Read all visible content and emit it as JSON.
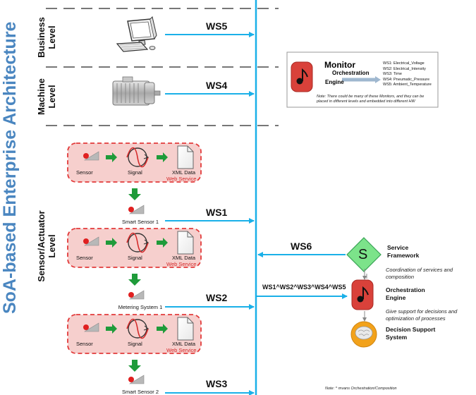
{
  "title": "SoA-based Enterprise Architecture",
  "levels": {
    "business": "Business\nLevel",
    "machine": "Machine\nLevel",
    "sensor_actuator": "Sensor/Actuator\nLevel"
  },
  "ws_labels": {
    "ws5": "WS5",
    "ws4": "WS4",
    "ws1": "WS1",
    "ws2": "WS2",
    "ws3": "WS3",
    "ws6": "WS6",
    "composed": "WS1^WS2^WS3^WS4^WS5"
  },
  "sensor_block": {
    "sensor": "Sensor",
    "signal": "Signal",
    "xml_data": "XML Data",
    "web_service": "Web Service"
  },
  "devices": {
    "device1": "Smart Sensor 1",
    "device2": "Metering System 1",
    "device3": "Smart Sensor 2"
  },
  "monitor_box": {
    "monitor": "Monitor",
    "orchestration": "Orchestration",
    "engine": "Engine",
    "ws_definitions": [
      "WS1: Electrical_Voltage",
      "WS2: Electrical_Intensity",
      "WS3: Time",
      "WS4: Pneumatic_Pressure",
      "WS5: Ambient_Temperature"
    ],
    "note": "Note: There could be many of these Monitors, and they can be placed in different levels and embedded into different HW"
  },
  "right_panel": {
    "service_framework": "Service\nFramework",
    "service_icon_letter": "S",
    "coordination_note": "Coordination of services and\ncomposition",
    "orchestration_engine": "Orchestration\nEngine",
    "decisions_note": "Give support for decisions and\noptimization of processes",
    "decision_support": "Decision Support\nSystem"
  },
  "footnote": "Note: ^ mvans Orchestration/Composition",
  "colors": {
    "bus": "#1ab0e8",
    "title": "#4a86c0",
    "green_arrow": "#1f9b3a",
    "red_dash": "#e23b3b",
    "block_fill": "#f6cfcd",
    "orch_icon": "#d9413a",
    "service_icon": "#7ce38a",
    "decision_icon": "#f2a21b"
  }
}
